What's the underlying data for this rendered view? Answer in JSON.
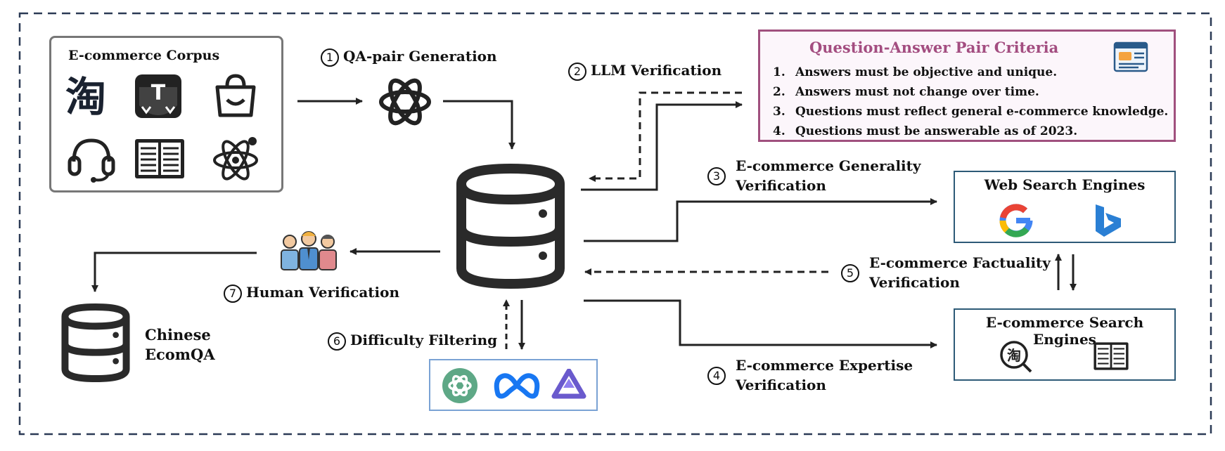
{
  "corpus": {
    "title": "E-commerce Corpus",
    "icons": [
      "taobao-icon",
      "tmall-icon",
      "shopping-bag-icon",
      "customer-service-icon",
      "book-icon",
      "atom-icon"
    ]
  },
  "steps": {
    "s1": {
      "num": "1",
      "label": "QA-pair Generation"
    },
    "s2": {
      "num": "2",
      "label": "LLM Verification"
    },
    "s3": {
      "num": "3",
      "line1": "E-commerce Generality",
      "line2": "Verification"
    },
    "s4": {
      "num": "4",
      "line1": "E-commerce  Expertise",
      "line2": "Verification"
    },
    "s5": {
      "num": "5",
      "line1": "E-commerce Factuality",
      "line2": "Verification"
    },
    "s6": {
      "num": "6",
      "label": "Difficulty Filtering"
    },
    "s7": {
      "num": "7",
      "label": "Human Verification"
    }
  },
  "criteria": {
    "title": "Question-Answer Pair Criteria",
    "items": [
      {
        "num": "1.",
        "text": "Answers must be objective and unique."
      },
      {
        "num": "2.",
        "text": "Answers must not change over time."
      },
      {
        "num": "3.",
        "text": "Questions must reflect general e-commerce knowledge."
      },
      {
        "num": "4.",
        "text": "Questions must be answerable as of 2023."
      }
    ]
  },
  "web_search": {
    "title": "Web Search Engines",
    "icons": [
      "google-icon",
      "bing-icon"
    ]
  },
  "ecom_search": {
    "title": "E-commerce Search Engines",
    "icons": [
      "taobao-search-icon",
      "book-icon"
    ]
  },
  "output": {
    "line1": "Chinese",
    "line2": "EcomQA"
  },
  "llms": {
    "icons": [
      "openai-icon",
      "meta-icon",
      "qwen-icon"
    ]
  },
  "colors": {
    "criteria_border": "#a0507e",
    "criteria_title": "#a34d80",
    "search_border": "#2d5a77",
    "llm_border": "#7aa2d4",
    "frame": "#2b3a55"
  }
}
